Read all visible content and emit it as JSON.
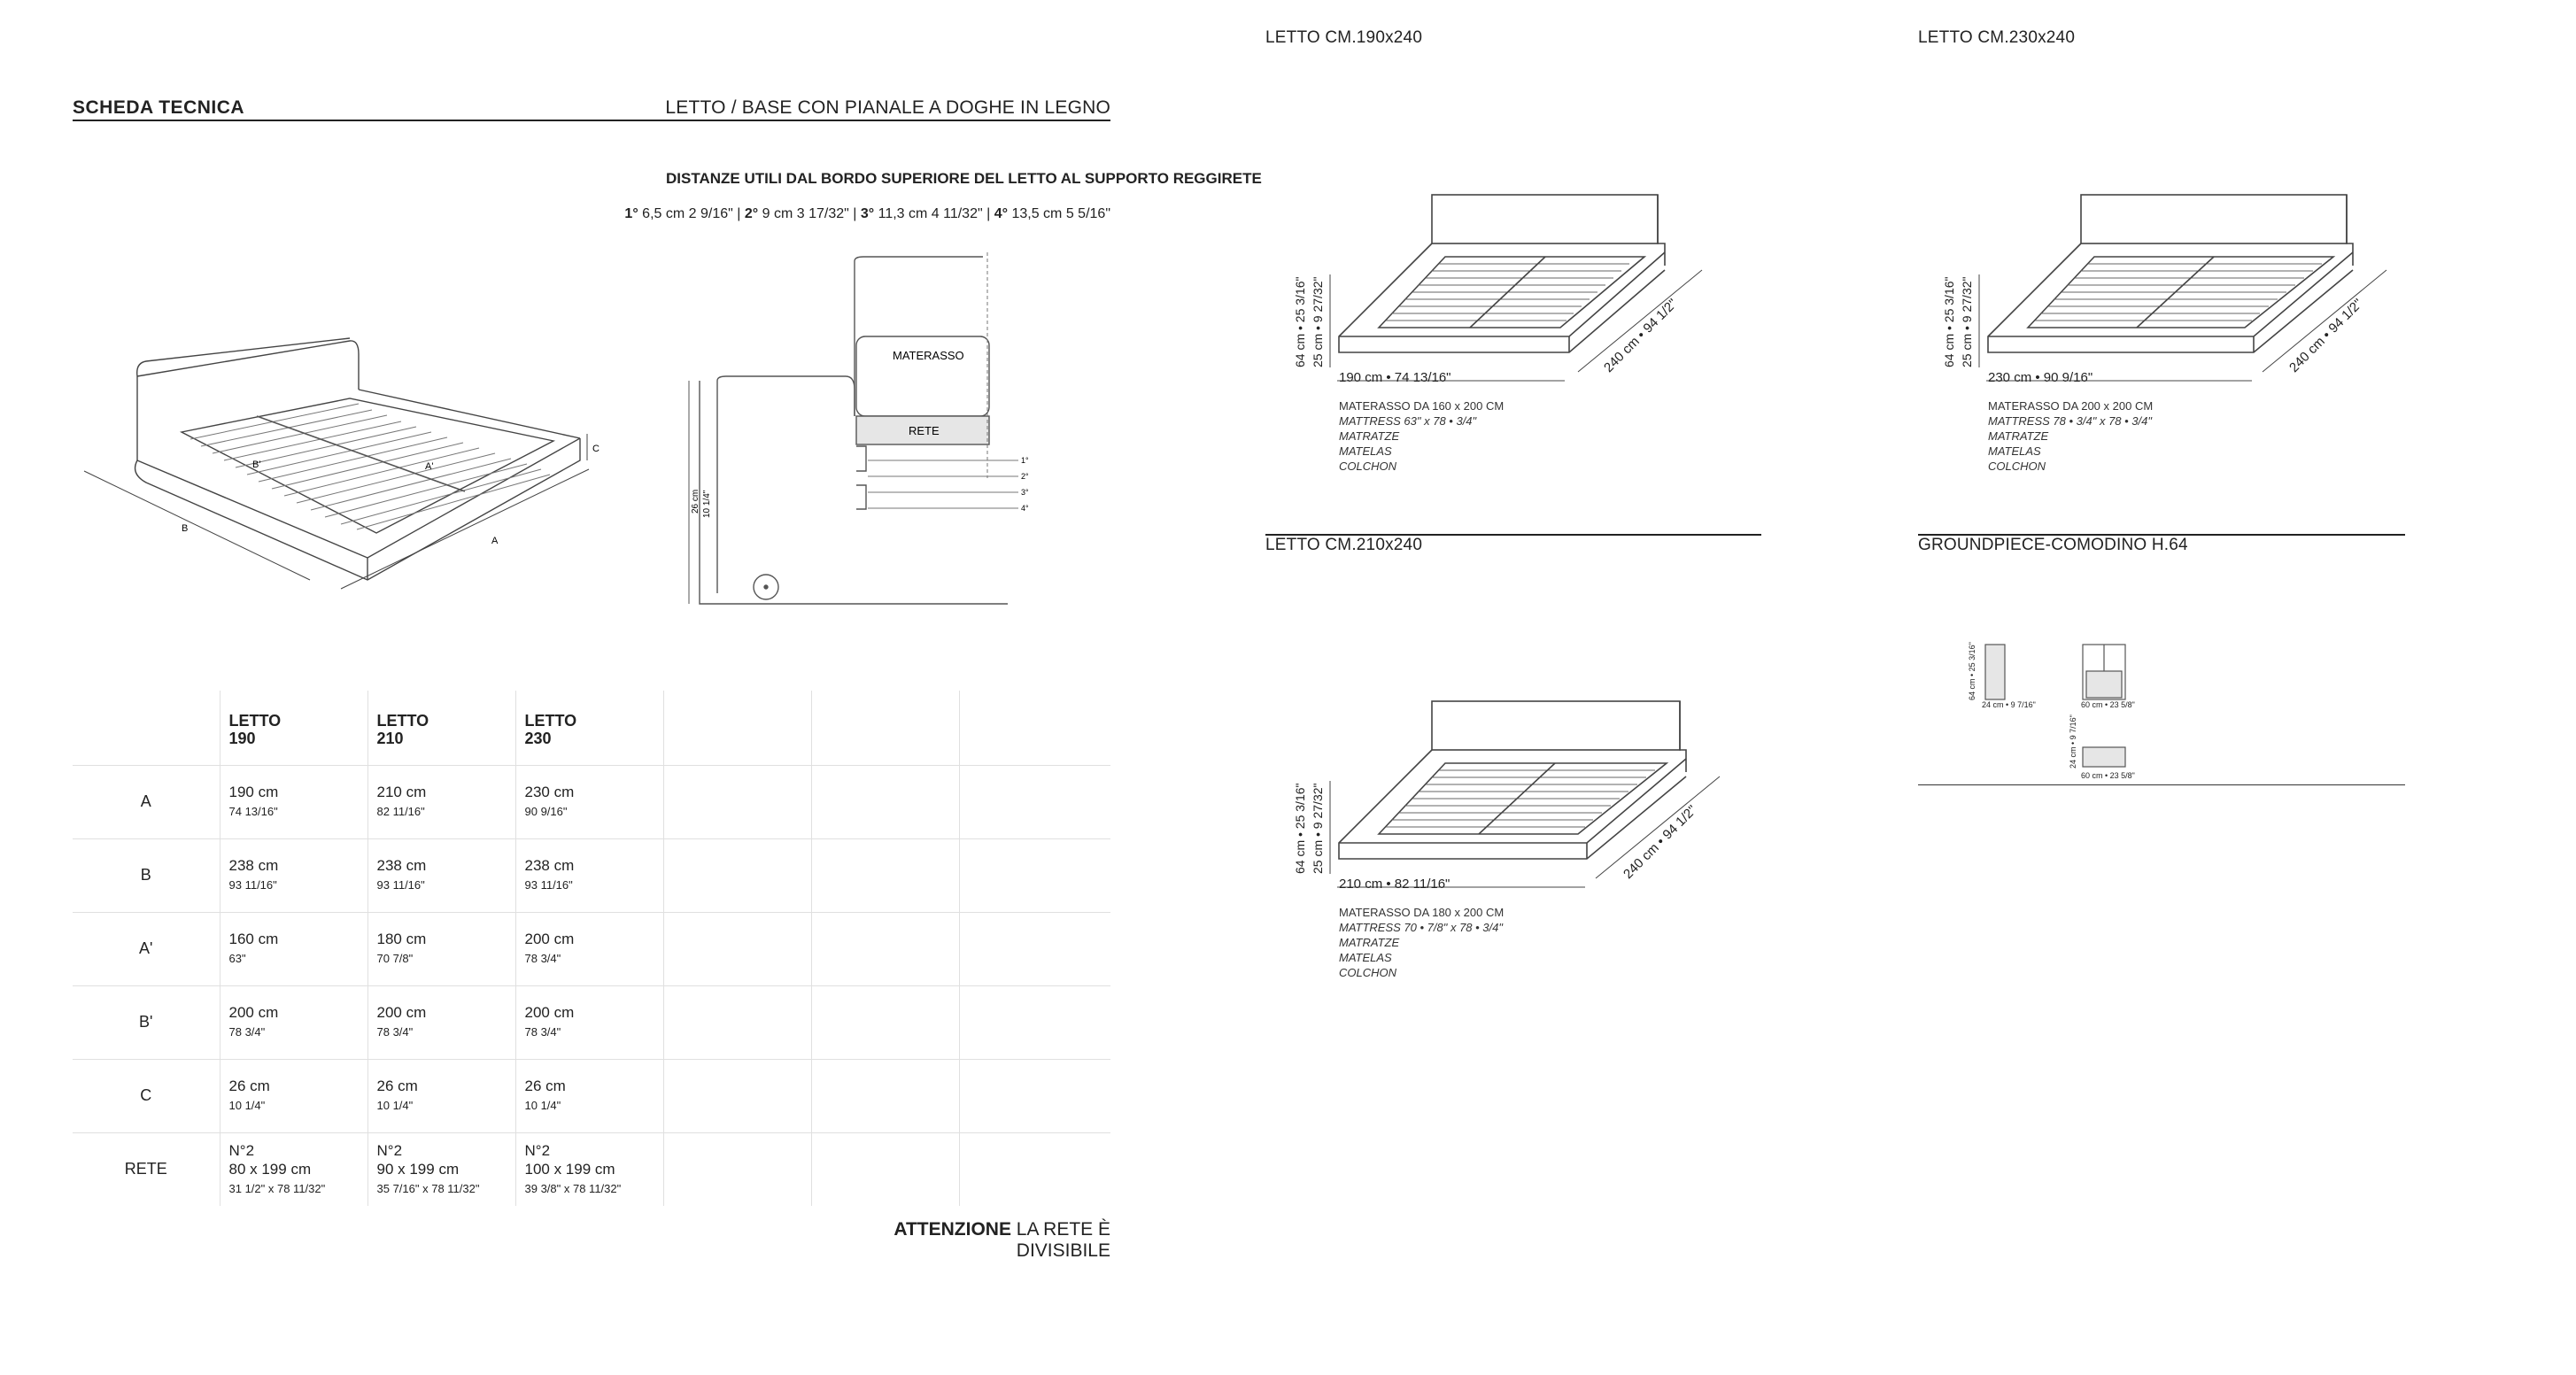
{
  "header": {
    "title": "SCHEDA TECNICA",
    "subtitle": "LETTO / BASE CON PIANALE A DOGHE IN LEGNO"
  },
  "distances": {
    "title": "DISTANZE UTILI DAL BORDO SUPERIORE DEL LETTO AL SUPPORTO REGGIRETE",
    "items": [
      {
        "n": "1°",
        "v": "6,5 cm 2 9/16\""
      },
      {
        "n": "2°",
        "v": "9 cm 3 17/32\""
      },
      {
        "n": "3°",
        "v": "11,3 cm 4 11/32\""
      },
      {
        "n": "4°",
        "v": "13,5 cm 5 5/16\""
      }
    ],
    "sep": "|"
  },
  "iso_labels": {
    "b_prime": "B'",
    "a_prime": "A'",
    "b": "B",
    "a": "A",
    "c": "C"
  },
  "section_drawing": {
    "materasso": "MATERASSO",
    "rete": "RETE",
    "height_cm": "26 cm",
    "height_in": "10 1/4\"",
    "levels": [
      "1°",
      "2°",
      "3°",
      "4°"
    ]
  },
  "table": {
    "headers": [
      {
        "l1": "LETTO",
        "l2": "190"
      },
      {
        "l1": "LETTO",
        "l2": "210"
      },
      {
        "l1": "LETTO",
        "l2": "230"
      }
    ],
    "rows": [
      {
        "label": "A",
        "cells": [
          [
            "190 cm",
            "74 13/16\""
          ],
          [
            "210 cm",
            "82 11/16\""
          ],
          [
            "230 cm",
            "90 9/16\""
          ]
        ]
      },
      {
        "label": "B",
        "cells": [
          [
            "238 cm",
            "93 11/16\""
          ],
          [
            "238 cm",
            "93 11/16\""
          ],
          [
            "238 cm",
            "93 11/16\""
          ]
        ]
      },
      {
        "label": "A'",
        "cells": [
          [
            "160 cm",
            "63\""
          ],
          [
            "180 cm",
            "70 7/8\""
          ],
          [
            "200 cm",
            "78 3/4\""
          ]
        ]
      },
      {
        "label": "B'",
        "cells": [
          [
            "200 cm",
            "78 3/4\""
          ],
          [
            "200 cm",
            "78 3/4\""
          ],
          [
            "200 cm",
            "78 3/4\""
          ]
        ]
      },
      {
        "label": "C",
        "cells": [
          [
            "26 cm",
            "10 1/4\""
          ],
          [
            "26 cm",
            "10 1/4\""
          ],
          [
            "26 cm",
            "10 1/4\""
          ]
        ]
      }
    ],
    "rete_row": {
      "label": "RETE",
      "cells": [
        [
          "N°2",
          "80 x 199 cm",
          "31 1/2\" x 78 11/32\""
        ],
        [
          "N°2",
          "90 x 199 cm",
          "35 7/16\" x 78 11/32\""
        ],
        [
          "N°2",
          "100 x 199 cm",
          "39 3/8\" x 78 11/32\""
        ]
      ]
    }
  },
  "attention": {
    "bold": "ATTENZIONE",
    "text": " LA RETE È DIVISIBILE"
  },
  "beds": [
    {
      "heading": "LETTO CM.190x240",
      "width": "190 cm • 74 13/16\"",
      "depth": "240 cm • 94 1/2\"",
      "h1": "64 cm • 25 3/16\"",
      "h2": "25 cm • 9 27/32\"",
      "mattress": [
        "MATERASSO DA 160 x 200 CM",
        "MATTRESS 63\" x 78 • 3/4\"",
        "MATRATZE",
        "MATELAS",
        "COLCHON"
      ]
    },
    {
      "heading": "LETTO CM.230x240",
      "width": "230 cm • 90 9/16\"",
      "depth": "240 cm • 94 1/2\"",
      "h1": "64 cm • 25 3/16\"",
      "h2": "25 cm • 9 27/32\"",
      "mattress": [
        "MATERASSO DA 200 x 200 CM",
        "MATTRESS 78 • 3/4\" x 78 • 3/4\"",
        "MATRATZE",
        "MATELAS",
        "COLCHON"
      ]
    },
    {
      "heading": "LETTO CM.210x240",
      "width": "210 cm • 82 11/16\"",
      "depth": "240 cm • 94 1/2\"",
      "h1": "64 cm • 25 3/16\"",
      "h2": "25 cm • 9 27/32\"",
      "mattress": [
        "MATERASSO DA 180 x 200 CM",
        "MATTRESS 70 • 7/8\" x 78 • 3/4\"",
        "MATRATZE",
        "MATELAS",
        "COLCHON"
      ]
    }
  ],
  "groundpiece": {
    "heading": "GROUNDPIECE-COMODINO H.64",
    "side_h": "64 cm • 25 3/16\"",
    "side_w": "24 cm • 9 7/16\"",
    "front_w": "60 cm • 23 5/8\"",
    "top_h": "24 cm • 9 7/16\"",
    "top_w": "60 cm • 23 5/8\""
  }
}
